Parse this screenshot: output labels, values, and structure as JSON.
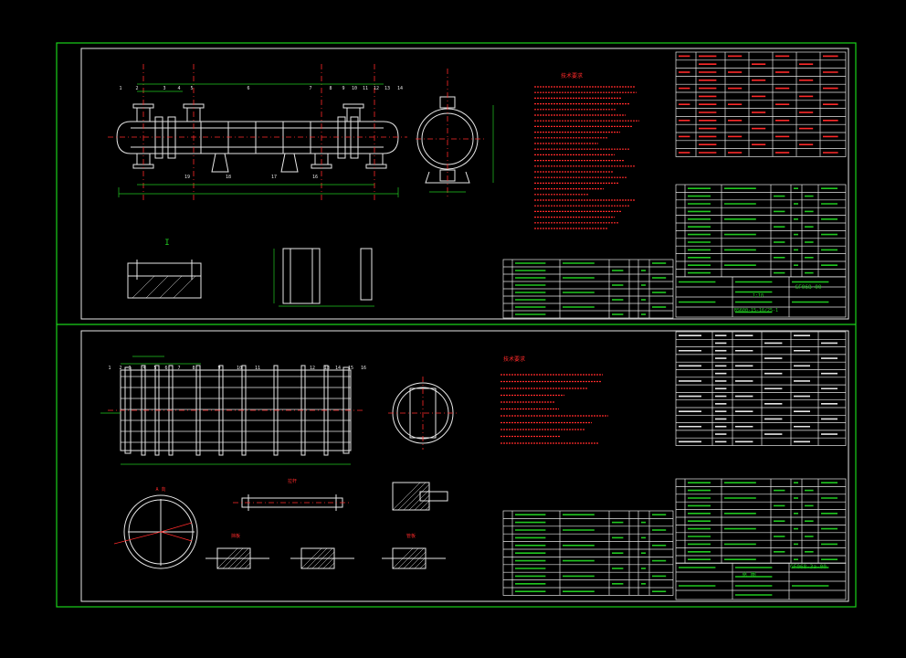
{
  "colors": {
    "background": "#000000",
    "frame": "#19d219",
    "green": "#21c821",
    "white": "#e6e6e6",
    "red": "#ff2a2a",
    "magenta": "#e33be3",
    "yellow": "#e6e600",
    "cyan": "#18d8d8"
  },
  "sheet1": {
    "drawing_no": "GF068-00",
    "scale": "1:10",
    "bottom_code": "BS600-15-16/25-1",
    "section_label": "I",
    "detail_title": "",
    "notes_title": "技术要求",
    "part_numbers_top": [
      "1",
      "2",
      "3",
      "4",
      "5",
      "6",
      "7",
      "8",
      "9",
      "10",
      "11",
      "12",
      "13",
      "14"
    ],
    "part_numbers_bottom": [
      "19",
      "18",
      "17",
      "16"
    ]
  },
  "sheet2": {
    "drawing_no": "GF068-3a-00",
    "notes_title": "技术要求",
    "part_numbers": [
      "1",
      "2",
      "3",
      "4",
      "5",
      "6",
      "7",
      "8",
      "9",
      "10",
      "11",
      "12",
      "13",
      "14",
      "15",
      "16"
    ],
    "views": {
      "view_a": "A 向",
      "view_b": "拉杆",
      "view_c": "挡板",
      "view_d": "管板"
    },
    "bottom_label": "总 图"
  }
}
